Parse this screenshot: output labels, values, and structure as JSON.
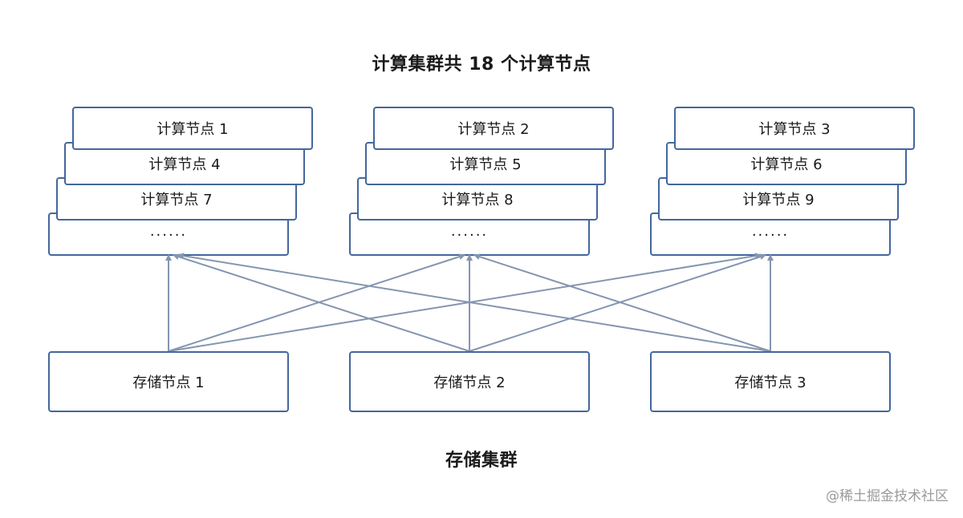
{
  "compute_cluster": {
    "title": "计算集群共 18 个计算节点",
    "columns": [
      {
        "ellipsis": "······",
        "nodes": [
          "计算节点 7",
          "计算节点 4",
          "计算节点 1"
        ]
      },
      {
        "ellipsis": "······",
        "nodes": [
          "计算节点 8",
          "计算节点 5",
          "计算节点 2"
        ]
      },
      {
        "ellipsis": "······",
        "nodes": [
          "计算节点 9",
          "计算节点 6",
          "计算节点 3"
        ]
      }
    ]
  },
  "storage_cluster": {
    "title": "存储集群",
    "nodes": [
      "存储节点 1",
      "存储节点 2",
      "存储节点 3"
    ]
  },
  "connections": [
    {
      "from": 0,
      "to": 0
    },
    {
      "from": 0,
      "to": 1
    },
    {
      "from": 0,
      "to": 2
    },
    {
      "from": 1,
      "to": 0
    },
    {
      "from": 1,
      "to": 1
    },
    {
      "from": 1,
      "to": 2
    },
    {
      "from": 2,
      "to": 0
    },
    {
      "from": 2,
      "to": 1
    },
    {
      "from": 2,
      "to": 2
    }
  ],
  "colors": {
    "box_border": "#44679c",
    "arrow": "#8496b0"
  },
  "watermark": "@稀土掘金技术社区"
}
